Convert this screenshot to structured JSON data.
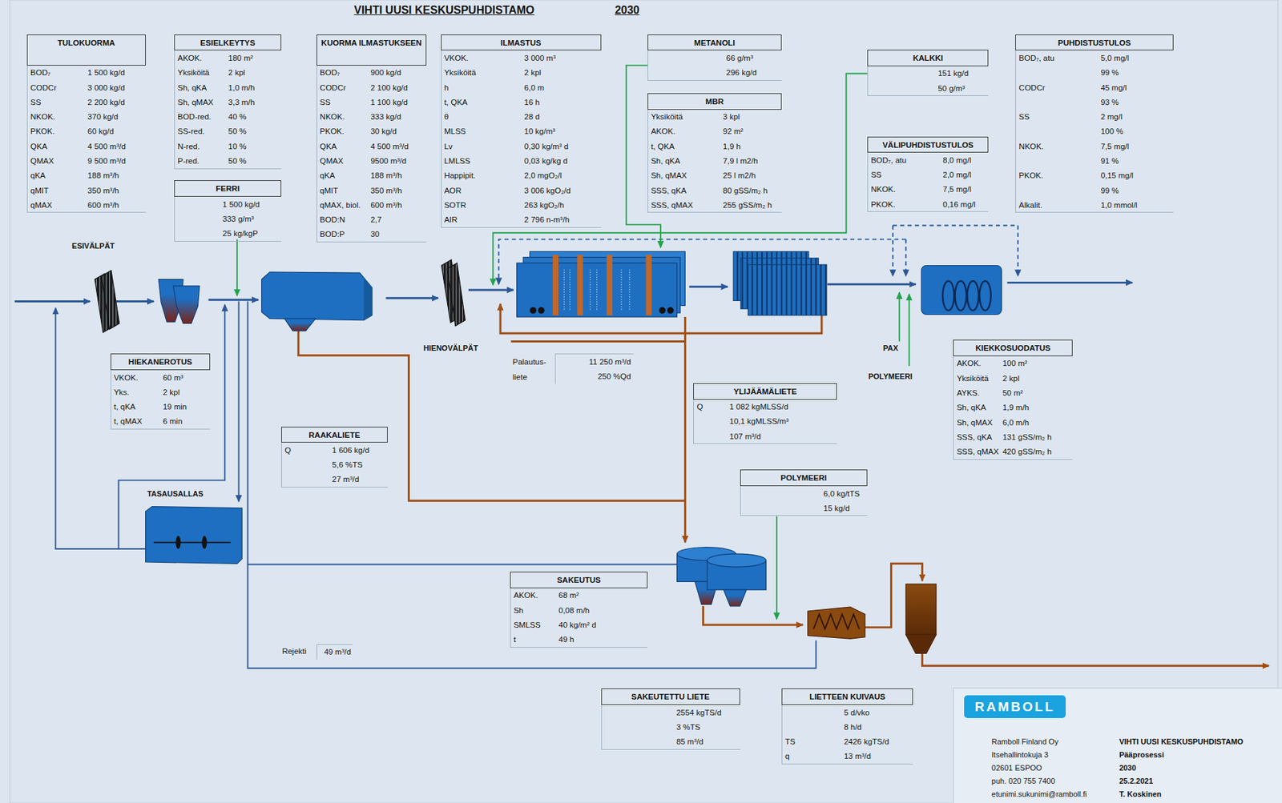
{
  "diagram": {
    "title": "VIHTI UUSI KESKUSPUHDISTAMO",
    "nodes": [
      {
        "text": [
          "TULOKUORMA",
          "BOD₇",
          "1 500 kg/d",
          "CODCr",
          "3 000 kg/d",
          "SS",
          "2 200 kg/d",
          "NKOK.",
          "370 kg/d",
          "PKOK.",
          "60 kg/d",
          "QKA",
          "4 500 m³/d",
          "QMAX",
          "9 500 m³/d",
          "qKA",
          "188 m³/h",
          "qMIT",
          "350 m³/h",
          "qMAX",
          "600 m³/h"
        ]
      },
      {
        "text": [
          "ESIELKEYTYS",
          "AKOK.",
          "180 m²",
          "Yksiköitä",
          "2 kpl",
          "Sh, qKA",
          "1,0 m/h",
          "Sh, qMAX",
          "3,3 m/h",
          "BOD-red.",
          "40 %",
          "SS-red.",
          "50 %",
          "N-red.",
          "10 %",
          "P-red.",
          "50 %"
        ]
      },
      {
        "text": [
          "FERRI",
          "1 500 kg/d",
          "333 g/m³",
          "25 kg/kgP"
        ]
      },
      {
        "text": [
          "KUORMA ILMASTUKSEEN",
          "BOD₇",
          "900 kg/d",
          "CODCr",
          "2 100 kg/d",
          "SS",
          "1 100 kg/d",
          "NKOK.",
          "333 kg/d",
          "PKOK.",
          "30 kg/d",
          "QKA",
          "4 500 m³/d",
          "QMAX",
          "9500 m³/d",
          "qKA",
          "188 m³/h",
          "qMIT",
          "350 m³/h",
          "qMAX, biol.",
          "600 m³/h",
          "BOD:N",
          "2,7",
          "BOD:P",
          "30"
        ]
      },
      {
        "text": [
          "ILMASTUS",
          "VKOK.",
          "3 000 m³",
          "Yksiköitä",
          "2 kpl",
          "h",
          "6,0 m",
          "t, QKA",
          "16 h",
          "θ",
          "28 d",
          "MLSS",
          "10 kg/m³",
          "Lv",
          "0,30 kg/m³ d",
          "LMLSS",
          "0,03 kg/kg d",
          "Happipit.",
          "2,0 mgO₂/l",
          "AOR",
          "3 006 kgO₂/d",
          "SOTR",
          "263 kgO₂/h",
          "AIR",
          "2 796 n-m³/h"
        ]
      },
      {
        "text": [
          "METANOLI",
          "66 g/m³",
          "296 kg/d"
        ]
      },
      {
        "text": [
          "MBR",
          "Yksiköitä",
          "3 kpl",
          "AKOK.",
          "92 m²",
          "t, QKA",
          "1,9 h",
          "Sh, qKA",
          "7,9 l m2/h",
          "Sh, qMAX",
          "25 l m2/h",
          "SSS, qKA",
          "80 gSS/m₂ h",
          "SSS, qMAX",
          "255 gSS/m₂ h"
        ]
      },
      {
        "text": [
          "KALKKI",
          "151 kg/d",
          "50 g/m³"
        ]
      },
      {
        "text": [
          "VÄLIPUHDISTUSTULOS",
          "BOD₇, atu",
          "8,0 mg/l",
          "SS",
          "2,0 mg/l",
          "NKOK.",
          "7,5 mg/l",
          "PKOK.",
          "0,16 mg/l"
        ]
      },
      {
        "text": [
          "PUHDISTUSTULOS",
          "BOD₇, atu",
          "5,0 mg/l",
          "99 %",
          "CODCr",
          "45 mg/l",
          "93 %",
          "SS",
          "2 mg/l",
          "100 %",
          "NKOK.",
          "7,5 mg/l",
          "91 %",
          "PKOK.",
          "0,15 mg/l",
          "99 %",
          "Alkalit.",
          "1,0 mmol/l"
        ]
      },
      {
        "text": [
          "HIEKANEROTUS",
          "VKOK.",
          "60 m³",
          "Yks.",
          "2 kpl",
          "t, qKA",
          "19 min",
          "t, qMAX",
          "6 min"
        ]
      },
      {
        "text": [
          "RAAKALIETE",
          "Q",
          "1 606 kg/d",
          "5,6 %TS",
          "27 m³/d"
        ]
      },
      {
        "text": [
          "Palautus- liete",
          "11 250 m³/d",
          "250 %Qd"
        ]
      },
      {
        "text": [
          "YLIJÄÄMÄLIETE",
          "Q",
          "1 082 kgMLSS/d",
          "10,1 kgMLSS/m³",
          "107 m³/d"
        ]
      },
      {
        "text": [
          "KIEKKOSUODATUS",
          "AKOK.",
          "100 m²",
          "Yksiköitä",
          "2 kpl",
          "AYKS.",
          "50 m²",
          "Sh, qKA",
          "1,9 m/h",
          "Sh, qMAX",
          "6,0 m/h",
          "SSS, qKA",
          "131 gSS/m₂ h",
          "SSS, qMAX",
          "420 gSS/m₂ h"
        ]
      },
      {
        "text": [
          "POLYMEERI",
          "6,0 kg/tTS",
          "15 kg/d"
        ]
      },
      {
        "text": [
          "SAKEUTUS",
          "AKOK.",
          "68 m²",
          "Sh",
          "0,08 m/h",
          "SMLSS",
          "40 kg/m² d",
          "t",
          "49 h"
        ]
      },
      {
        "text": [
          "Rejekti",
          "49 m³/d"
        ]
      },
      {
        "text": [
          "SAKEUTETTU LIETE",
          "2554 kgTS/d",
          "3 %TS",
          "85 m³/d"
        ]
      },
      {
        "text": [
          "LIETTEEN KUIVAUS",
          "5 d/vko",
          "8 h/d",
          "TS",
          "2426 kgTS/d",
          "q",
          "13 m³/d"
        ]
      },
      {
        "text": [
          "RAMBOLL",
          "Ramboll Finland Oy",
          "Itsehallintokuja 3",
          "02601 ESPOO",
          "puh. 020 755 7400",
          "etunimi.sukunimi@ramboll.fi",
          "VIHTI UUSI KESKUSPUHDISTAMO",
          "Pääprosessi",
          "2030",
          "25.2.2021",
          "T. Koskinen"
        ]
      }
    ],
    "labels": [
      "2030",
      "ESIVÄLPÄT",
      "HIENOVÄLPÄT",
      "TASAUSALLAS",
      "PAX",
      "POLYMEERI"
    ]
  }
}
